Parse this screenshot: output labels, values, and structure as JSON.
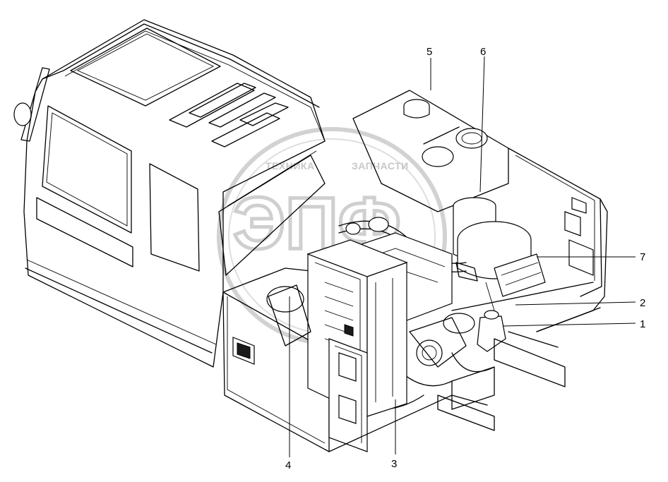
{
  "watermark": {
    "text_left": "ТЕХНИКА",
    "text_right": "ЗАПЧАСТИ",
    "monogram": "ЭПФ"
  },
  "callouts": [
    {
      "id": "5",
      "label": "5"
    },
    {
      "id": "6",
      "label": "6"
    },
    {
      "id": "7",
      "label": "7"
    },
    {
      "id": "2",
      "label": "2"
    },
    {
      "id": "1",
      "label": "1"
    },
    {
      "id": "4",
      "label": "4"
    },
    {
      "id": "3",
      "label": "3"
    }
  ]
}
